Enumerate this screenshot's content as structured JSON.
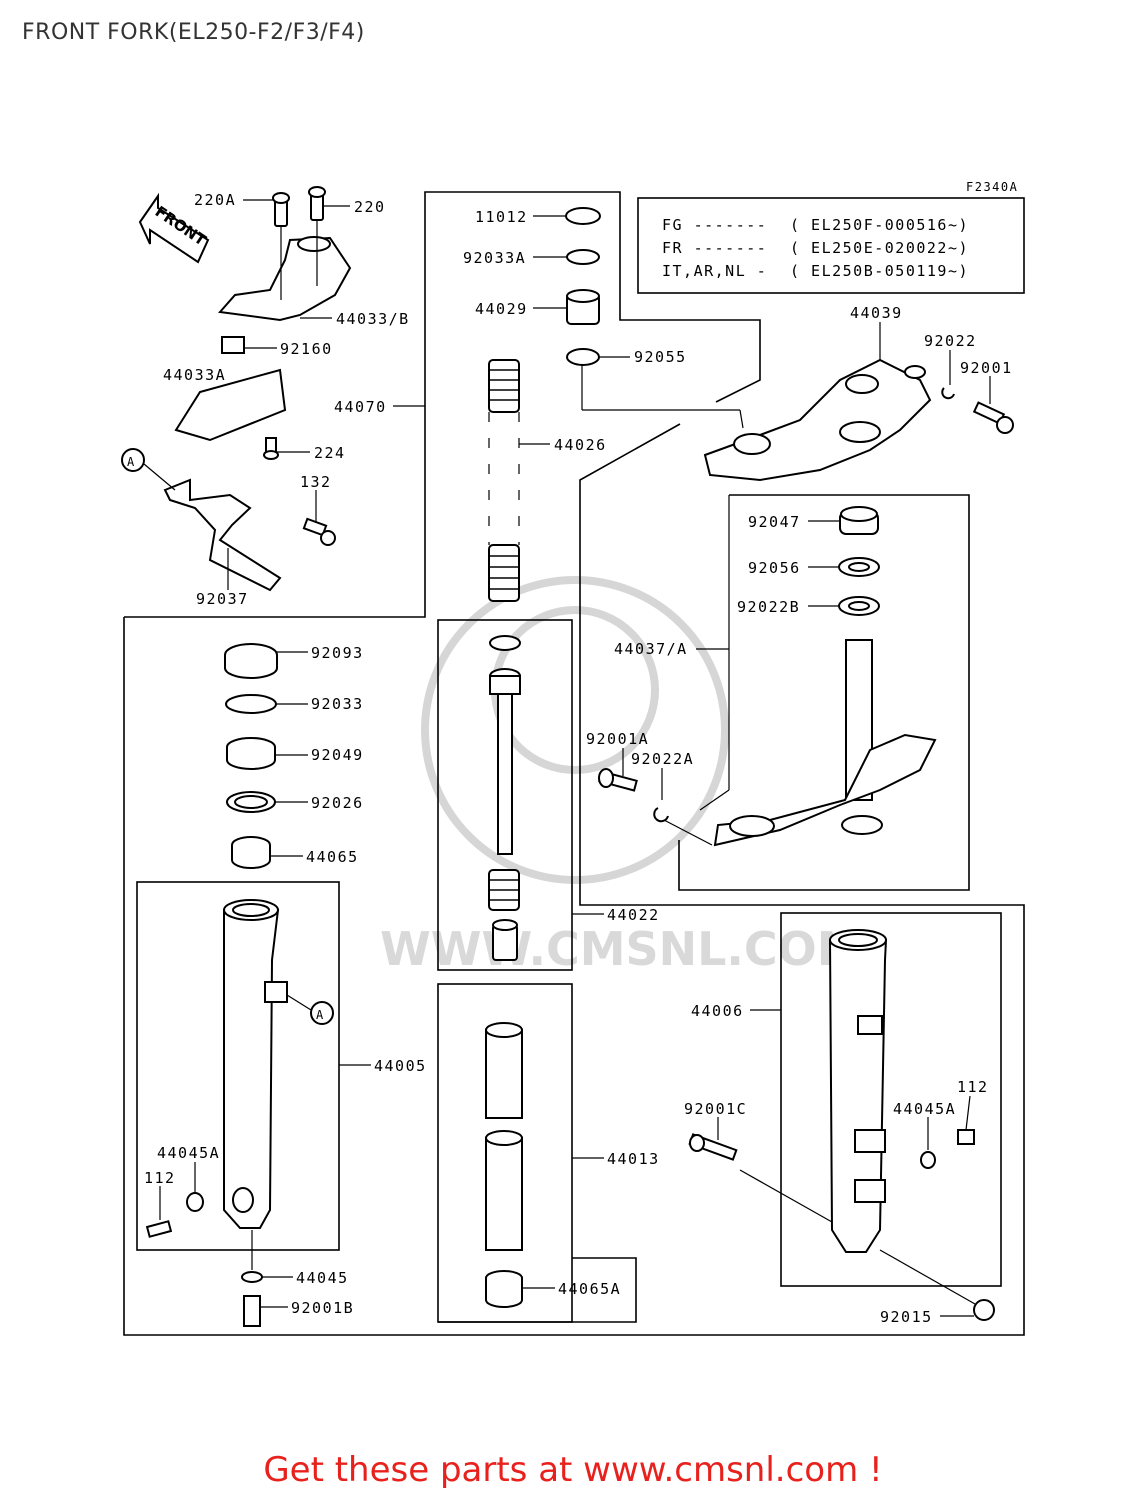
{
  "title": "FRONT FORK(EL250-F2/F3/F4)",
  "diagram_code": "F2340A",
  "front_arrow_label": "FRONT",
  "watermark_text": "WWW.CMSNL.COM",
  "applicability": [
    {
      "region": "FG -------",
      "frame": "( EL250F-000516~)"
    },
    {
      "region": "FR -------",
      "frame": "( EL250E-020022~)"
    },
    {
      "region": "IT,AR,NL -",
      "frame": "( EL250B-050119~)"
    }
  ],
  "parts": {
    "p220A": "220A",
    "p220": "220",
    "p44033B": "44033/B",
    "p92160": "92160",
    "p44033A": "44033A",
    "p224": "224",
    "p132": "132",
    "p92037": "92037",
    "p44070": "44070",
    "p11012": "11012",
    "p92033A": "92033A",
    "p44029": "44029",
    "p92055": "92055",
    "p44026": "44026",
    "p44039": "44039",
    "p92022": "92022",
    "p92001": "92001",
    "p92047": "92047",
    "p92056": "92056",
    "p92022B": "92022B",
    "p44037A": "44037/A",
    "p92001A": "92001A",
    "p92022A": "92022A",
    "p92093": "92093",
    "p92033": "92033",
    "p92049": "92049",
    "p92026": "92026",
    "p44065": "44065",
    "p44022": "44022",
    "p44005": "44005",
    "p44045A_l": "44045A",
    "p112_l": "112",
    "p44045": "44045",
    "p92001B": "92001B",
    "p44013": "44013",
    "p44065A": "44065A",
    "p44006": "44006",
    "p92001C": "92001C",
    "p44045A_r": "44045A",
    "p112_r": "112",
    "p92015": "92015",
    "callout_a": "A"
  },
  "footer": "Get these parts at www.cmsnl.com !"
}
